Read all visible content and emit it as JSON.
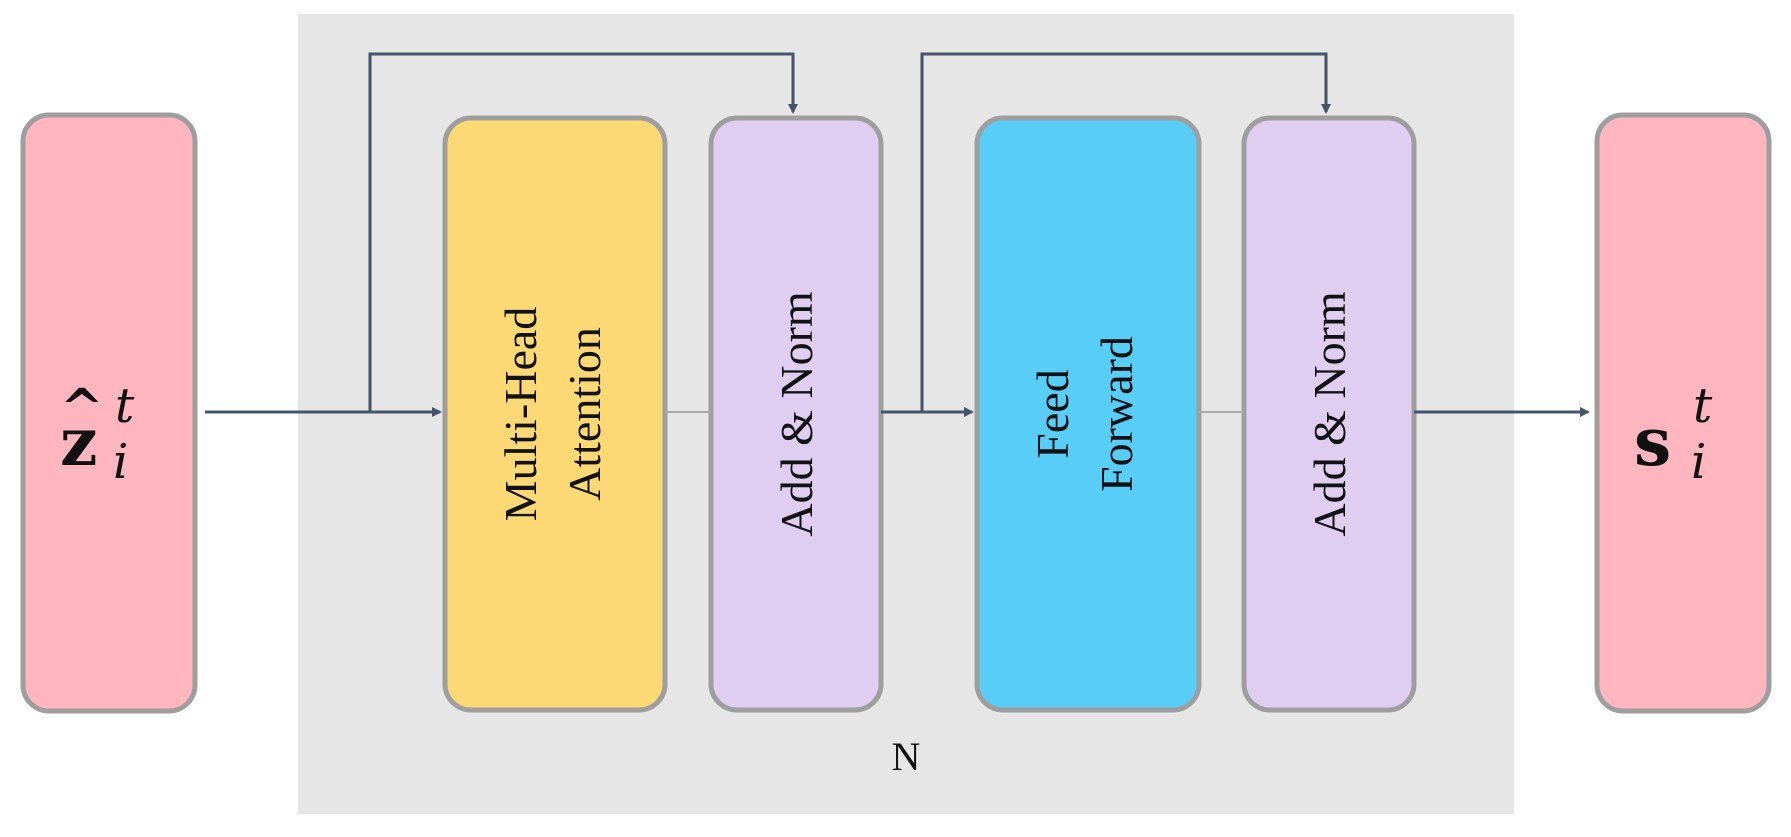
{
  "input": {
    "base": "z",
    "sup": "t",
    "sub": "i"
  },
  "output": {
    "base": "s",
    "sup": "t",
    "sub": "i"
  },
  "blocks": {
    "attention": {
      "line1": "Multi-Head",
      "line2": "Attention"
    },
    "add_norm_1": {
      "label": "Add & Norm"
    },
    "feed_forward": {
      "line1": "Feed",
      "line2": "Forward"
    },
    "add_norm_2": {
      "label": "Add & Norm"
    }
  },
  "repeat_label": "N",
  "colors": {
    "background_panel": "#e6e6e6",
    "io_block": "#ffb6bf",
    "attention_block": "#fcd975",
    "add_norm_block": "#dfcdf2",
    "feed_forward_block": "#57cdf8",
    "block_border": "#9e9e9e",
    "arrow": "#44546a"
  }
}
